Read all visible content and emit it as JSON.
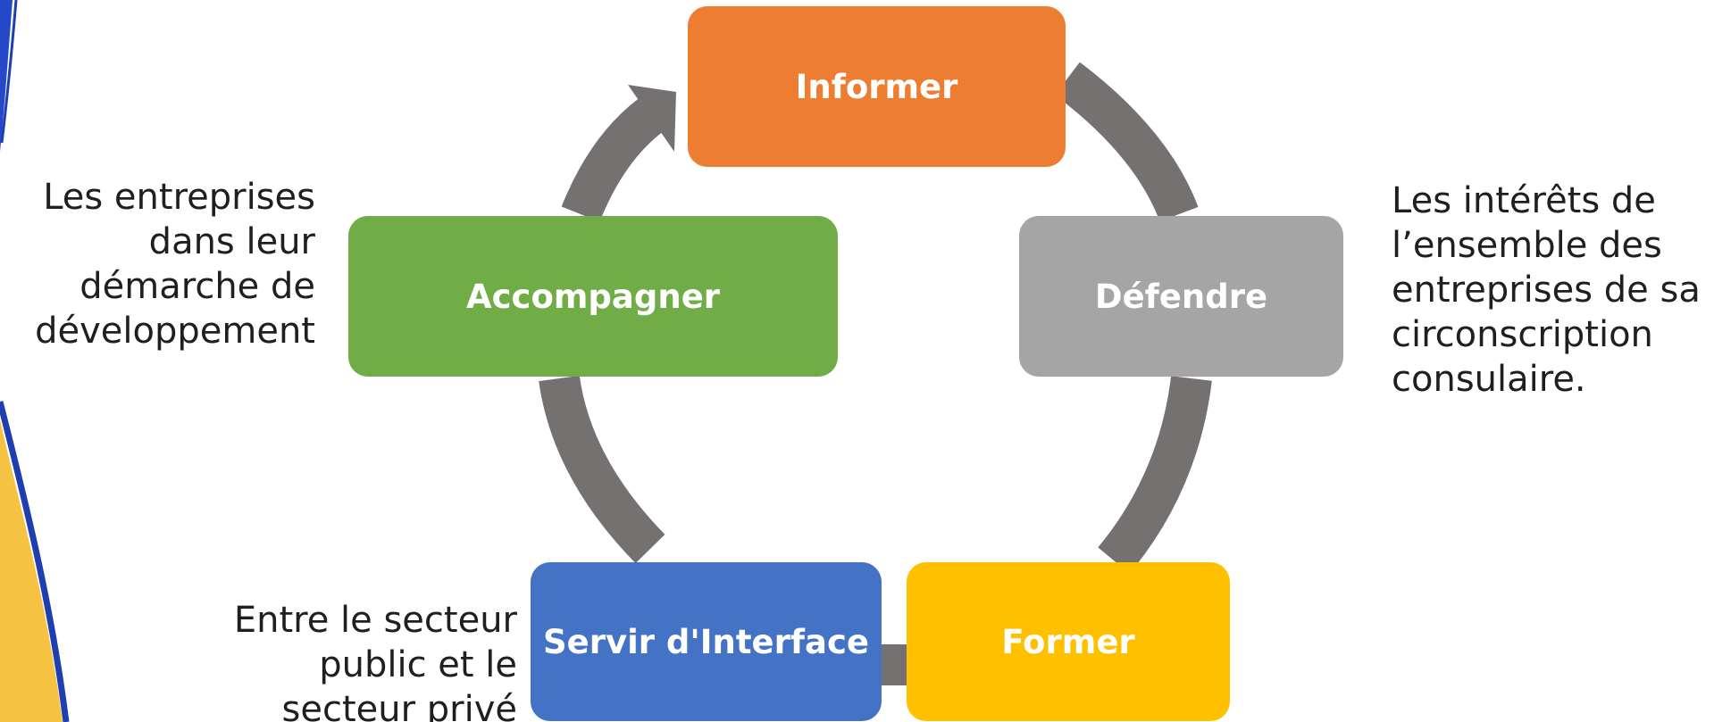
{
  "diagram": {
    "nodes": [
      {
        "id": "informer",
        "label": "Informer",
        "color": "#ED7D31"
      },
      {
        "id": "defendre",
        "label": "Défendre",
        "color": "#A5A5A5"
      },
      {
        "id": "former",
        "label": "Former",
        "color": "#FFC000"
      },
      {
        "id": "interface",
        "label": "Servir d'Interface",
        "color": "#4472C4"
      },
      {
        "id": "accompagner",
        "label": "Accompagner",
        "color": "#70AD47"
      }
    ],
    "arrow_color": "#767171",
    "notes": {
      "accompagner": [
        "Les entreprises",
        "dans leur",
        "démarche de",
        "développement"
      ],
      "defendre": [
        "Les intérêts de",
        "l’ensemble des",
        "entreprises de sa",
        "circonscription",
        "consulaire."
      ],
      "interface": [
        "Entre le secteur",
        "public et le",
        "secteur privé"
      ]
    }
  }
}
